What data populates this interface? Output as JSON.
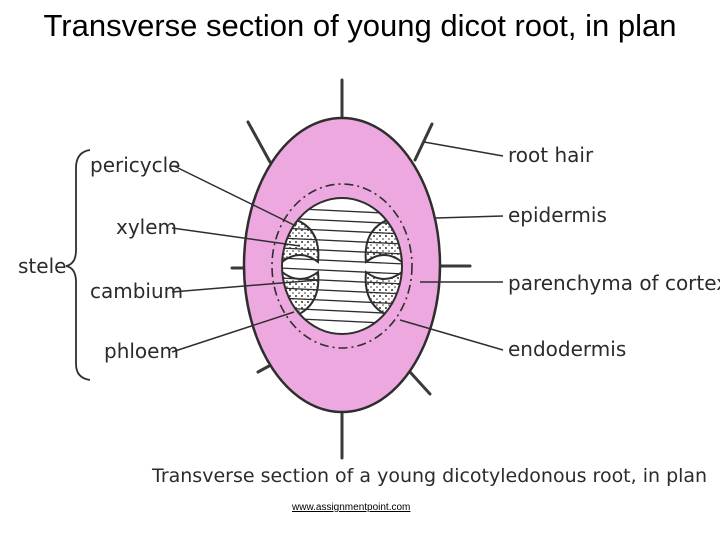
{
  "slide": {
    "title": "Transverse section of young dicot root, in plan",
    "source": "www.assignmentpoint.com"
  },
  "diagram": {
    "caption": "Transverse section of a young dicotyledonous root, in plan",
    "colors": {
      "cortex": "#eda9df",
      "outline": "#2e2e2e"
    },
    "labels": {
      "stele": "stele",
      "pericycle": "pericycle",
      "xylem": "xylem",
      "cambium": "cambium",
      "phloem": "phloem",
      "root_hair": "root hair",
      "epidermis": "epidermis",
      "parenchyma_of_cortex": "parenchyma of cortex",
      "endodermis": "endodermis"
    }
  }
}
